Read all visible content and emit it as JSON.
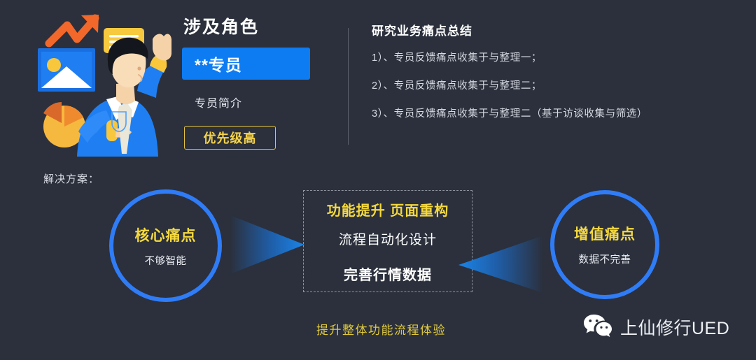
{
  "role": {
    "title": "涉及角色",
    "chip_label": "**专员",
    "subtitle": "专员简介",
    "priority_badge": "优先级高",
    "chip_color": "#0d7cf2",
    "badge_color": "#f4d24b"
  },
  "summary": {
    "title": "研究业务痛点总结",
    "items": [
      "1）、专员反馈痛点收集于与整理一；",
      "2）、专员反馈痛点收集于与整理二；",
      "3）、专员反馈痛点收集于与整理二（基于访谈收集与筛选）"
    ]
  },
  "solution": {
    "label": "解决方案：",
    "left_circle": {
      "title": "核心痛点",
      "subtitle": "不够智能"
    },
    "right_circle": {
      "title": "增值痛点",
      "subtitle": "数据不完善"
    },
    "center_box": {
      "line1": "功能提升  页面重构",
      "line2": "流程自动化设计",
      "line3": "完善行情数据"
    },
    "caption": "提升整体功能流程体验",
    "accent_blue": "#2f7cf6",
    "accent_yellow": "#f5d93f"
  },
  "brand": {
    "name": "上仙修行UED",
    "icon": "wechat-icon"
  },
  "illustration": {
    "name": "business-person-analytics-illustration",
    "elements": [
      "growth-arrow-icon",
      "image-card-icon",
      "pie-chart-icon",
      "speech-bubble-icon",
      "person-figure"
    ]
  }
}
